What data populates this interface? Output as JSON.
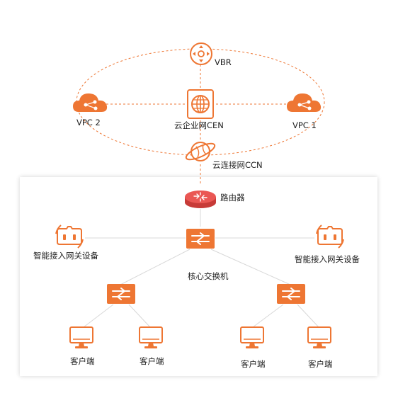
{
  "colors": {
    "accent": "#ee7633",
    "accent_dark": "#d9601f",
    "router_red": "#e8504d",
    "line_gray": "#d8d8d8",
    "panel_shadow": "#cccccc"
  },
  "cloud": {
    "vbr": {
      "label": "VBR",
      "icon": "vbr-icon"
    },
    "cen": {
      "label": "云企业网CEN",
      "icon": "globe-icon"
    },
    "vpc_left": {
      "label": "VPC 2",
      "icon": "cloud-icon"
    },
    "vpc_right": {
      "label": "VPC 1",
      "icon": "cloud-icon"
    },
    "ccn": {
      "label": "云连接网CCN",
      "icon": "planet-icon"
    }
  },
  "network": {
    "router": {
      "label": "路由器",
      "icon": "router-icon"
    },
    "core_switch": {
      "label": "核心交换机",
      "icon": "switch-icon"
    },
    "gateways": [
      {
        "label": "智能接入网关设备",
        "icon": "gateway-icon"
      },
      {
        "label": "智能接入网关设备",
        "icon": "gateway-icon"
      }
    ],
    "clients": [
      {
        "label": "客户端",
        "icon": "monitor-icon"
      },
      {
        "label": "客户端",
        "icon": "monitor-icon"
      },
      {
        "label": "客户端",
        "icon": "monitor-icon"
      },
      {
        "label": "客户端",
        "icon": "monitor-icon"
      }
    ]
  }
}
